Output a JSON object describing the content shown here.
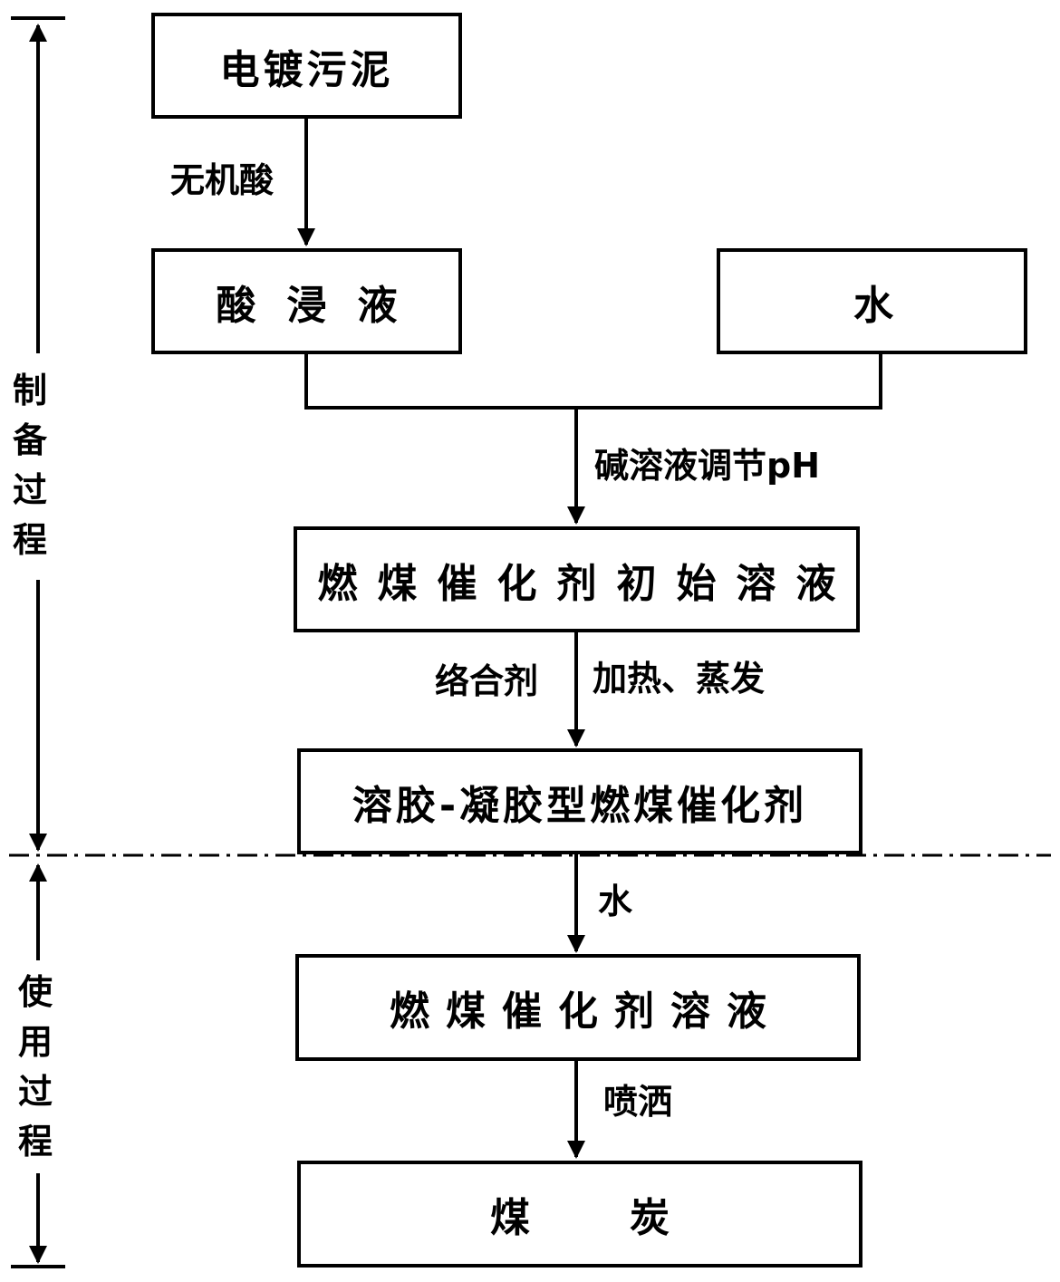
{
  "nodes": {
    "sludge": "电镀污泥",
    "leachate": "酸浸液",
    "water_source": "水",
    "initial_solution": "燃煤催化剂初始溶液",
    "sol_gel_catalyst": "溶胶-凝胶型燃煤催化剂",
    "catalyst_solution": "燃煤催化剂溶液",
    "coal": "煤炭"
  },
  "edges": {
    "acid": "无机酸",
    "alkali_ph": "碱溶液调节pH",
    "complexing_agent": "络合剂",
    "heat_evaporate": "加热、蒸发",
    "water_add": "水",
    "spray": "喷洒"
  },
  "stages": {
    "preparation": "制备过程",
    "usage": "使用过程"
  }
}
